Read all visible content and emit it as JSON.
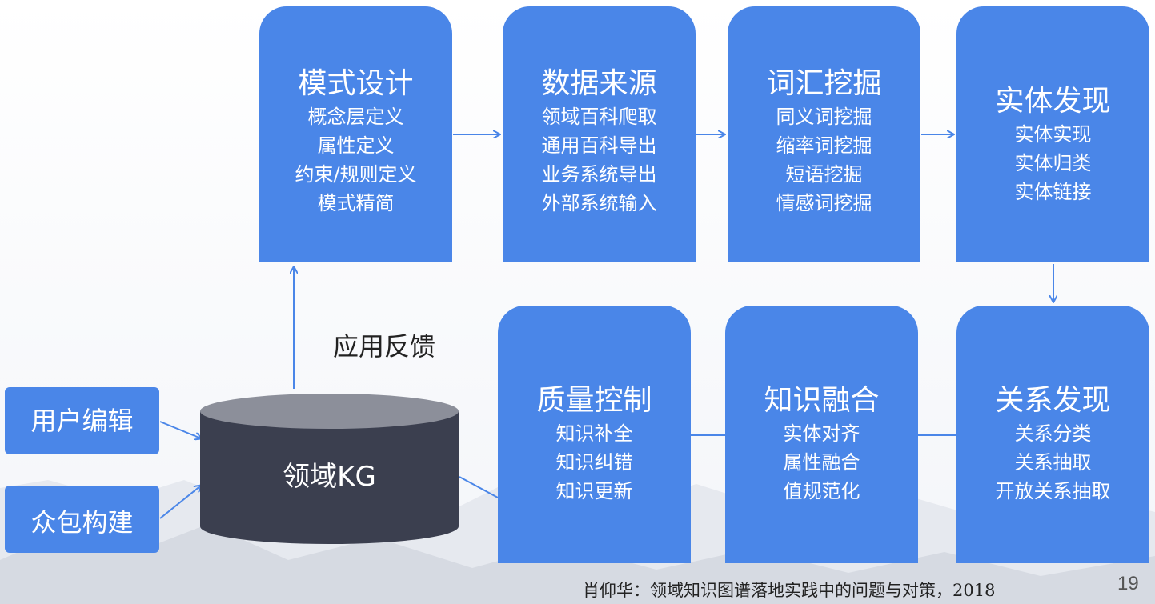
{
  "colors": {
    "box": "#4a86e8",
    "arrow": "#4a86e8",
    "cylinder": "#3b3f4f",
    "cylinder_top": "#8c8f9a"
  },
  "boxes": {
    "schema": {
      "title": "模式设计",
      "items": [
        "概念层定义",
        "属性定义",
        "约束/规则定义",
        "模式精简"
      ]
    },
    "source": {
      "title": "数据来源",
      "items": [
        "领域百科爬取",
        "通用百科导出",
        "业务系统导出",
        "外部系统输入"
      ]
    },
    "lexicon": {
      "title": "词汇挖掘",
      "items": [
        "同义词挖掘",
        "缩率词挖掘",
        "短语挖掘",
        "情感词挖掘"
      ]
    },
    "entity": {
      "title": "实体发现",
      "items": [
        "实体实现",
        "实体归类",
        "实体链接"
      ]
    },
    "quality": {
      "title": "质量控制",
      "items": [
        "知识补全",
        "知识纠错",
        "知识更新"
      ]
    },
    "fusion": {
      "title": "知识融合",
      "items": [
        "实体对齐",
        "属性融合",
        "值规范化"
      ]
    },
    "relation": {
      "title": "关系发现",
      "items": [
        "关系分类",
        "关系抽取",
        "开放关系抽取"
      ]
    }
  },
  "side_inputs": {
    "user_edit": "用户编辑",
    "crowdsourcing": "众包构建"
  },
  "kg_label": "领域KG",
  "feedback_label": "应用反馈",
  "citation": "肖仰华：领域知识图谱落地实践中的问题与对策，2018",
  "page_number": "19"
}
